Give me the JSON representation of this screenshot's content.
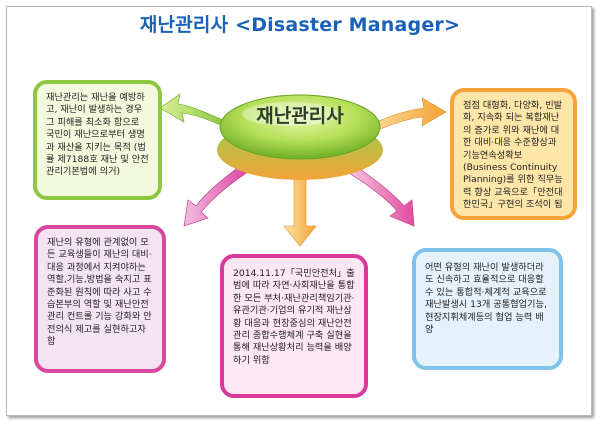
{
  "title": "재난관리사 <Disaster Manager>",
  "center_label": "재난관리사",
  "boxes": {
    "top_left": "재난관리는 재난을 예방하고, 재난이 발생하는 경우 그 피해를 최소화 함으로 국민이 재난으로부터 생명과 재산을 지키는 목적 (법률 제7188호 재난 및 안전관리기본법에 의거)",
    "top_right": "점점 대형화, 다양화, 빈발화, 지속화 되는 복합재난의 증가로 위와 재난에 대한 대비·대응 수준향상과 기능연속성확보(Business Continuity Planning)를 위한 직무능력 향상 교육으로「안전대한민국」구현의 조석이 됨",
    "bottom_left": "재난의 유형에 관계없이 모든 교육생들이 재난의 대비·대응 과정에서 지켜야하는 역할,기능,방법을 숙지고 표준화된 원칙에 따라 사고 수습본부의 역할 및 재난안전관리 컨트롤 기능 강화와 안전의식 제고를 실현하고자 함",
    "bottom_middle": "2014.11.17「국민안전처」출범에 따라 자연·사회재난을 통합한 모든 부처·재난관리책임기관·유관기관·기업의 유기적 재난상황 대응과 현장중심의 재난안전관리 종합수행체계 구축 실현을 통해 재난상황처리 능력을 배양하기 위함",
    "bottom_right": "어떤 유형의 재난이 발생하더라도 신속하고 효율적으로 대응할 수 있는 통합적·체계적 교육으로 재난발생시 13개 공통협업기능, 현장지휘체계등의 협업 능력 배양"
  },
  "colors": {
    "title": "#1a62b8",
    "green": "#8ec63f",
    "orange": "#f8a23a",
    "magenta": "#d8479f",
    "light_blue": "#7dc3ec"
  }
}
